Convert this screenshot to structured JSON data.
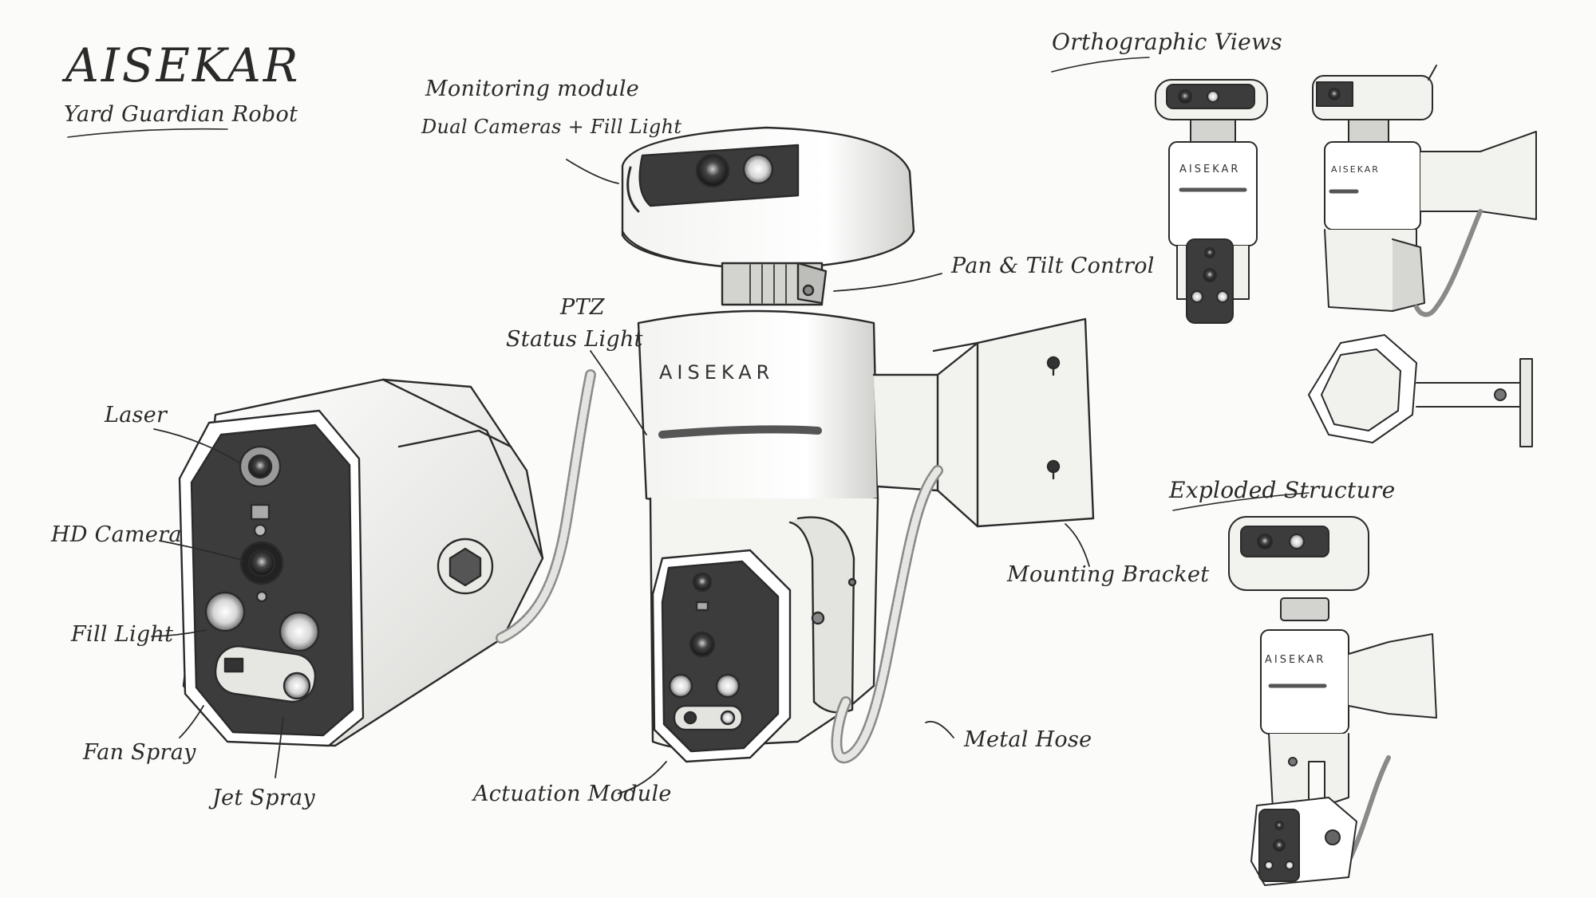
{
  "brand": {
    "title": "AISEKAR",
    "subtitle": "Yard Guardian Robot"
  },
  "callouts": {
    "monitoring_module": "Monitoring module",
    "dual_cameras": "Dual Cameras + Fill Light",
    "pan_tilt": "Pan & Tilt Control",
    "ptz": "PTZ",
    "status_light": "Status Light",
    "laser": "Laser",
    "hd_camera": "HD Camera",
    "fill_light": "Fill Light",
    "fan_spray": "Fan Spray",
    "jet_spray": "Jet Spray",
    "actuation_module": "Actuation Module",
    "metal_hose": "Metal Hose",
    "mounting_bracket": "Mounting Bracket"
  },
  "sections": {
    "orthographic": "Orthographic Views",
    "exploded": "Exploded Structure"
  },
  "engravings": {
    "main_body": "AISEKAR",
    "ortho_front": "AISEKAR",
    "ortho_side": "AISEKAR",
    "exploded": "AISEKAR"
  },
  "colors": {
    "ink": "#2b2b2b",
    "paper": "#fbfbfa",
    "shade": "#3a3a3a",
    "light_shade": "#d9d9d6"
  }
}
